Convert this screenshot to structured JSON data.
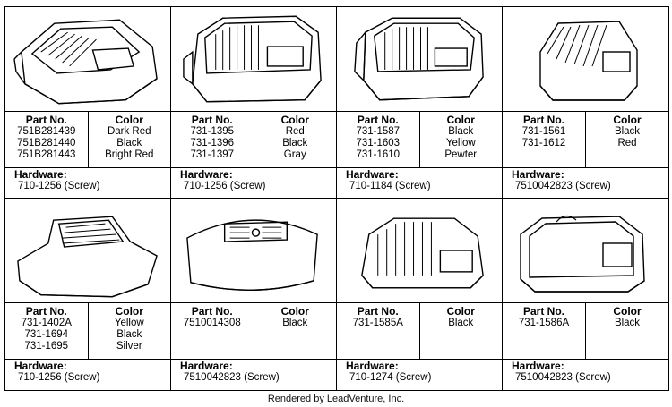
{
  "labels": {
    "part": "Part No.",
    "color": "Color",
    "hardware": "Hardware:"
  },
  "cells": [
    {
      "parts": [
        "751B281439",
        "751B281440",
        "751B281443"
      ],
      "colors": [
        "Dark Red",
        "Black",
        "Bright Red"
      ],
      "hardware": "710-1256 (Screw)"
    },
    {
      "parts": [
        "731-1395",
        "731-1396",
        "731-1397"
      ],
      "colors": [
        "Red",
        "Black",
        "Gray"
      ],
      "hardware": "710-1256 (Screw)"
    },
    {
      "parts": [
        "731-1587",
        "731-1603",
        "731-1610"
      ],
      "colors": [
        "Black",
        "Yellow",
        "Pewter"
      ],
      "hardware": "710-1184 (Screw)"
    },
    {
      "parts": [
        "731-1561",
        "731-1612"
      ],
      "colors": [
        "Black",
        "Red"
      ],
      "hardware": "7510042823 (Screw)"
    },
    {
      "parts": [
        "731-1402A",
        "731-1694",
        "731-1695"
      ],
      "colors": [
        "Yellow",
        "Black",
        "Silver"
      ],
      "hardware": "710-1256 (Screw)"
    },
    {
      "parts": [
        "7510014308"
      ],
      "colors": [
        "Black"
      ],
      "hardware": "7510042823 (Screw)"
    },
    {
      "parts": [
        "731-1585A"
      ],
      "colors": [
        "Black"
      ],
      "hardware": "710-1274 (Screw)"
    },
    {
      "parts": [
        "731-1586A"
      ],
      "colors": [
        "Black"
      ],
      "hardware": "7510042823 (Screw)"
    }
  ],
  "credit": "Rendered by LeadVenture, Inc."
}
